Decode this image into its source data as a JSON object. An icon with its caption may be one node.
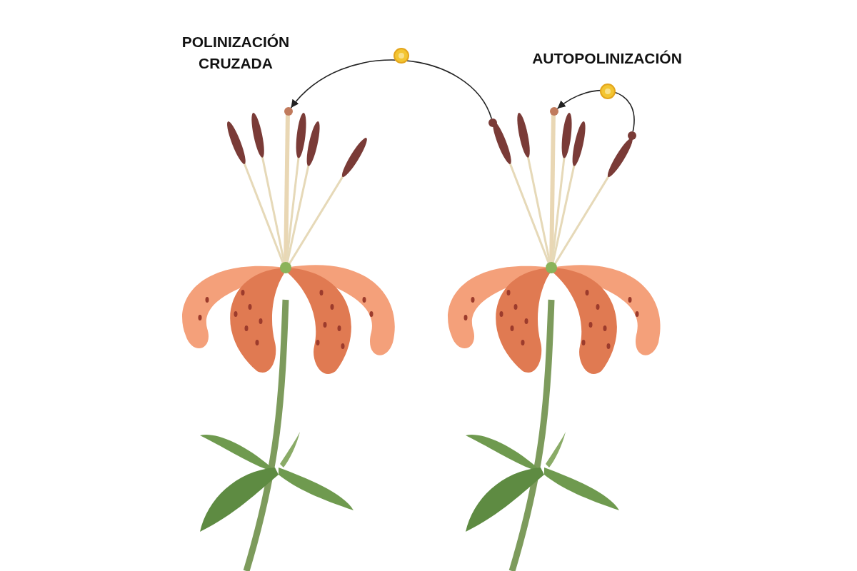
{
  "diagram": {
    "nodes": [
      {
        "text": [],
        "shape": "circle"
      },
      {
        "text": [],
        "shape": "circle"
      },
      {
        "text": [],
        "shape": "circle"
      },
      {
        "text": [],
        "shape": "circle"
      }
    ],
    "edges": [
      {
        "from": 1,
        "to": 0,
        "arrow": "to"
      },
      {
        "from": 3,
        "to": 2,
        "arrow": "to"
      }
    ],
    "labels": [
      "POLINIZACIÓN CRUZADA",
      "AUTOPOLINIZACIÓN"
    ]
  }
}
